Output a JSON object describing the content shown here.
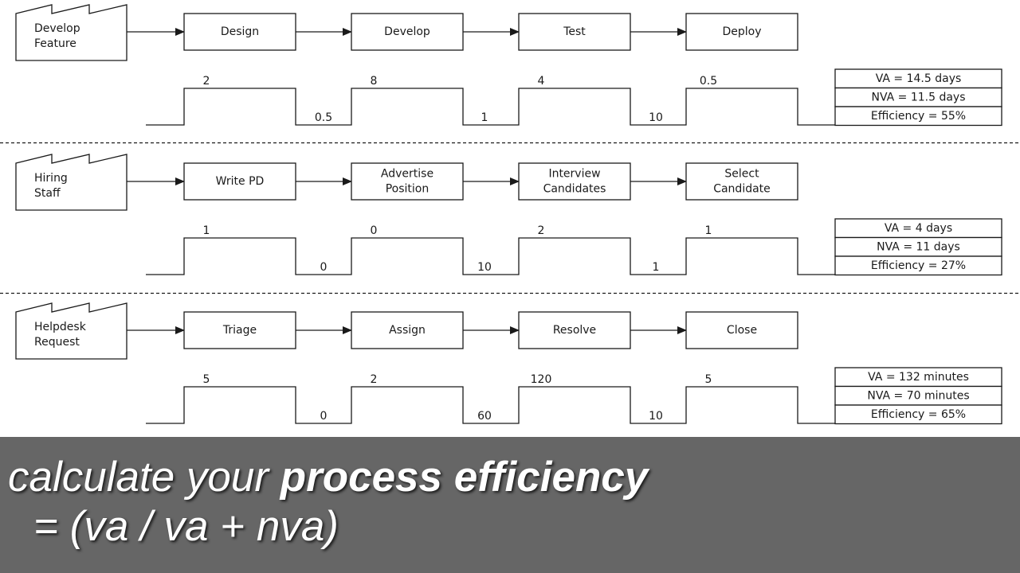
{
  "processes": [
    {
      "trigger": [
        "Develop",
        "Feature"
      ],
      "steps": [
        [
          "Design"
        ],
        [
          "Develop"
        ],
        [
          "Test"
        ],
        [
          "Deploy"
        ]
      ],
      "va_times": [
        "2",
        "8",
        "4",
        "0.5"
      ],
      "nva_times": [
        "0.5",
        "1",
        "10"
      ],
      "summary": [
        "VA = 14.5 days",
        "NVA = 11.5 days",
        "Efficiency = 55%"
      ]
    },
    {
      "trigger": [
        "Hiring",
        "Staff"
      ],
      "steps": [
        [
          "Write PD"
        ],
        [
          "Advertise",
          "Position"
        ],
        [
          "Interview",
          "Candidates"
        ],
        [
          "Select",
          "Candidate"
        ]
      ],
      "va_times": [
        "1",
        "0",
        "2",
        "1"
      ],
      "nva_times": [
        "0",
        "10",
        "1"
      ],
      "summary": [
        "VA = 4 days",
        "NVA = 11 days",
        "Efficiency = 27%"
      ]
    },
    {
      "trigger": [
        "Helpdesk",
        "Request"
      ],
      "steps": [
        [
          "Triage"
        ],
        [
          "Assign"
        ],
        [
          "Resolve"
        ],
        [
          "Close"
        ]
      ],
      "va_times": [
        "5",
        "2",
        "120",
        "5"
      ],
      "nva_times": [
        "0",
        "60",
        "10"
      ],
      "summary": [
        "VA = 132 minutes",
        "NVA = 70 minutes",
        "Efficiency = 65%"
      ]
    }
  ],
  "caption": {
    "line1_normal": "calculate your ",
    "line1_bold": "process efficiency",
    "line2": "= (va / va + nva)"
  }
}
